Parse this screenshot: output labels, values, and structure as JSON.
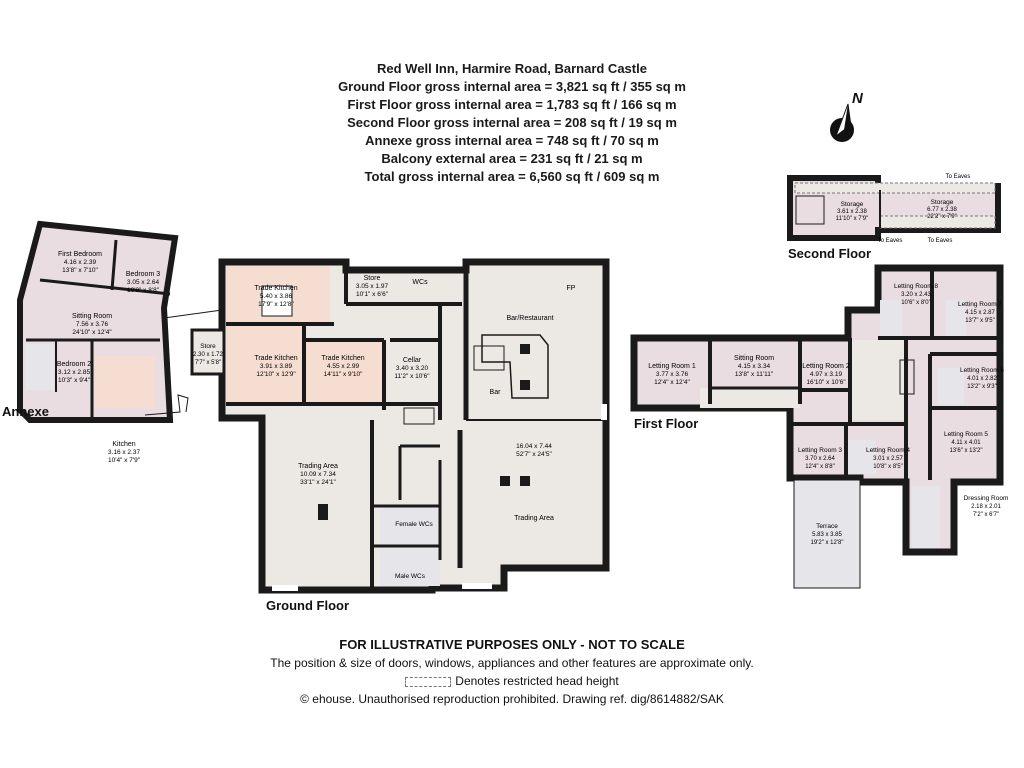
{
  "header": {
    "title": "Red Well Inn, Harmire Road, Barnard Castle",
    "areas": [
      "Ground Floor gross internal area = 3,821 sq ft / 355 sq m",
      "First Floor gross internal area = 1,783 sq ft / 166 sq m",
      "Second Floor gross internal area = 208 sq ft / 19 sq m",
      "Annexe gross internal area = 748 sq ft / 70 sq m",
      "Balcony external area = 231 sq ft / 21 sq m",
      "Total gross internal area = 6,560 sq ft / 609 sq m"
    ]
  },
  "compass": {
    "letter": "N"
  },
  "floor_labels": {
    "ground": "Ground Floor",
    "first": "First Floor",
    "second": "Second Floor",
    "annexe": "Annexe"
  },
  "colors": {
    "wall": "#1a1a1a",
    "pink": "#eadde2",
    "peach": "#f6ddd2",
    "beige": "#ece9e5",
    "grey": "#e6e6ea",
    "white": "#ffffff"
  },
  "rooms": {
    "first_bedroom": {
      "name": "First Bedroom",
      "dims": "4.16 x 2.39",
      "imperial": "13'8\" x 7'10\""
    },
    "bedroom3": {
      "name": "Bedroom 3",
      "dims": "3.05 x 2.64",
      "imperial": "10'0\" x 8'8\""
    },
    "sitting_room_annexe": {
      "name": "Sitting Room",
      "dims": "7.56 x 3.76",
      "imperial": "24'10\" x 12'4\""
    },
    "bedroom2": {
      "name": "Bedroom 2",
      "dims": "3.12 x 2.85",
      "imperial": "10'3\" x 9'4\""
    },
    "kitchen_annexe": {
      "name": "Kitchen",
      "dims": "3.16 x 2.37",
      "imperial": "10'4\" x 7'9\""
    },
    "store_small": {
      "name": "Store",
      "dims": "2.30 x 1.72",
      "imperial": "7'7\" x 5'8\""
    },
    "trade_kitchen_top": {
      "name": "Trade Kitchen",
      "dims": "5.40 x 3.86",
      "imperial": "17'9\" x 12'8\""
    },
    "trade_kitchen_mid": {
      "name": "Trade Kitchen",
      "dims": "3.91 x 3.89",
      "imperial": "12'10\" x 12'9\""
    },
    "trade_kitchen_right": {
      "name": "Trade Kitchen",
      "dims": "4.55 x 2.99",
      "imperial": "14'11\" x 9'10\""
    },
    "store_top": {
      "name": "Store",
      "dims": "3.05 x 1.97",
      "imperial": "10'1\" x 6'6\""
    },
    "wcs": {
      "name": "WCs"
    },
    "cellar": {
      "name": "Cellar",
      "dims": "3.40 x 3.20",
      "imperial": "11'2\" x 10'6\""
    },
    "bar_restaurant": {
      "name": "Bar/Restaurant"
    },
    "fp": {
      "name": "FP"
    },
    "bar": {
      "name": "Bar"
    },
    "trading_left": {
      "name": "Trading Area",
      "dims": "10.09 x 7.34",
      "imperial": "33'1\" x 24'1\""
    },
    "trading_right": {
      "name": "Trading Area",
      "dims": "16.04 x 7.44",
      "imperial": "52'7\" x 24'5\""
    },
    "female_wcs": {
      "name": "Female WCs"
    },
    "male_wcs": {
      "name": "Male WCs"
    },
    "letting1": {
      "name": "Letting Room 1",
      "dims": "3.77 x 3.76",
      "imperial": "12'4\" x 12'4\""
    },
    "sitting_first": {
      "name": "Sitting Room",
      "dims": "4.15 x 3.34",
      "imperial": "13'8\" x 11'11\""
    },
    "letting2": {
      "name": "Letting Room 2",
      "dims": "4.97 x 3.19",
      "imperial": "16'10\" x 10'6\""
    },
    "letting8": {
      "name": "Letting Room 8",
      "dims": "3.20 x 2.43",
      "imperial": "10'6\" x 8'0\""
    },
    "letting7": {
      "name": "Letting Room 7",
      "dims": "4.15 x 2.87",
      "imperial": "13'7\" x 9'5\""
    },
    "letting6": {
      "name": "Letting Room 6",
      "dims": "4.01 x 2.82",
      "imperial": "13'2\" x 9'3\""
    },
    "letting3": {
      "name": "Letting Room 3",
      "dims": "3.70 x 2.64",
      "imperial": "12'4\" x 8'8\""
    },
    "letting4": {
      "name": "Letting Room 4",
      "dims": "3.01 x 2.57",
      "imperial": "10'8\" x 8'5\""
    },
    "letting5": {
      "name": "Letting Room 5",
      "dims": "4.11 x 4.01",
      "imperial": "13'6\" x 13'2\""
    },
    "dressing": {
      "name": "Dressing Room",
      "dims": "2.18 x 2.01",
      "imperial": "7'2\" x 6'7\""
    },
    "terrace": {
      "name": "Terrace",
      "dims": "5.83 x 3.85",
      "imperial": "19'2\" x 12'8\""
    },
    "storage1": {
      "name": "Storage",
      "dims": "3.61 x 2.38",
      "imperial": "11'10\" x 7'9\""
    },
    "storage2": {
      "name": "Storage",
      "dims": "6.77 x 2.38",
      "imperial": "22'2\" x 7'9\""
    }
  },
  "eaves": [
    "To Eaves",
    "To Eaves",
    "To Eaves"
  ],
  "footer": {
    "disclaimer": "FOR ILLUSTRATIVE PURPOSES ONLY - NOT TO SCALE",
    "note": "The position & size of doors, windows, appliances and other features are approximate only.",
    "legend": "Denotes restricted head height",
    "copyright": "© ehouse. Unauthorised reproduction prohibited. Drawing ref. dig/8614882/SAK"
  }
}
